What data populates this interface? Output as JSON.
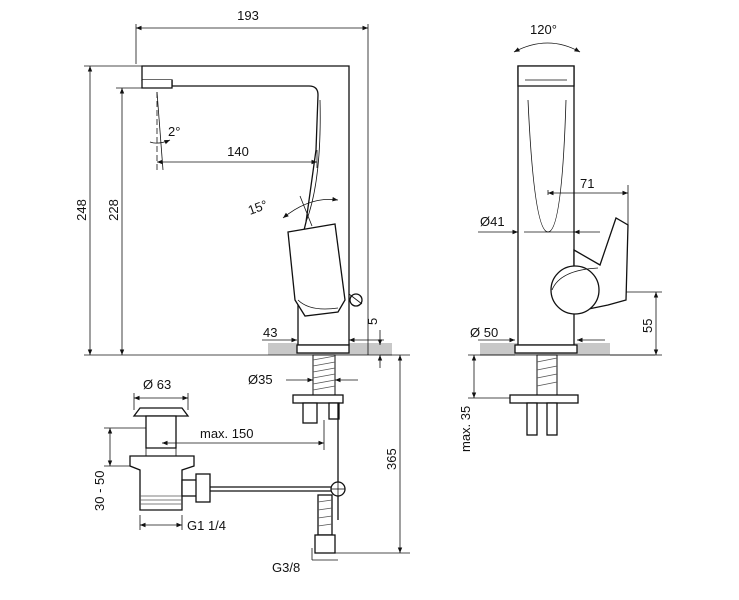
{
  "side_view": {
    "labels": {
      "width": "193",
      "height_total": "248",
      "height_spout": "228",
      "spout_angle": "2°",
      "spout_reach": "140",
      "lever_angle": "15°",
      "base_offset": "43",
      "base_gap": "5",
      "hole_dia": "Ø35"
    }
  },
  "front_view": {
    "labels": {
      "rotation": "120°",
      "lever_reach": "71",
      "body_dia": "Ø41",
      "base_dia": "Ø 50",
      "lever_height": "55",
      "max_thickness": "max. 35"
    }
  },
  "drain": {
    "labels": {
      "top_dia": "Ø 63",
      "rod_reach": "max. 150",
      "depth_range": "30 - 50",
      "thread": "G1 1/4",
      "supply_length": "365",
      "supply_thread": "G3/8"
    }
  }
}
